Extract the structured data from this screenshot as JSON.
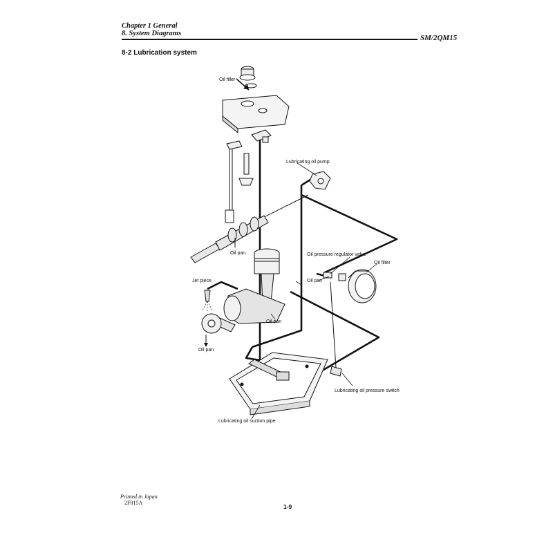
{
  "header": {
    "chapter": "Chapter 1 General",
    "section": "8. System Diagrams",
    "model": "SM/2QM15"
  },
  "section_title": "8-2 Lubrication system",
  "labels": {
    "oil_filler": "Oil filler",
    "lubricating_oil_pump": "Lubricating oil pump",
    "oil_pan_camshaft": "Oil pan",
    "oil_pressure_regulator_valve": "Oil pressure regulator valve",
    "oil_filter": "Oil filter",
    "jet_piece": "Jet piece",
    "oil_pan_regulator": "Oil pan",
    "oil_pan_crank": "Oil pan",
    "oil_pan_gear": "Oil pan",
    "lubricating_oil_pressure_switch": "Lubricating oil pressure switch",
    "lubricating_oil_suction_pipe": "Lubricating oil suction pipe"
  },
  "footer": {
    "printed": "Printed in Japan",
    "code": "2F015A",
    "page": "1-9"
  }
}
